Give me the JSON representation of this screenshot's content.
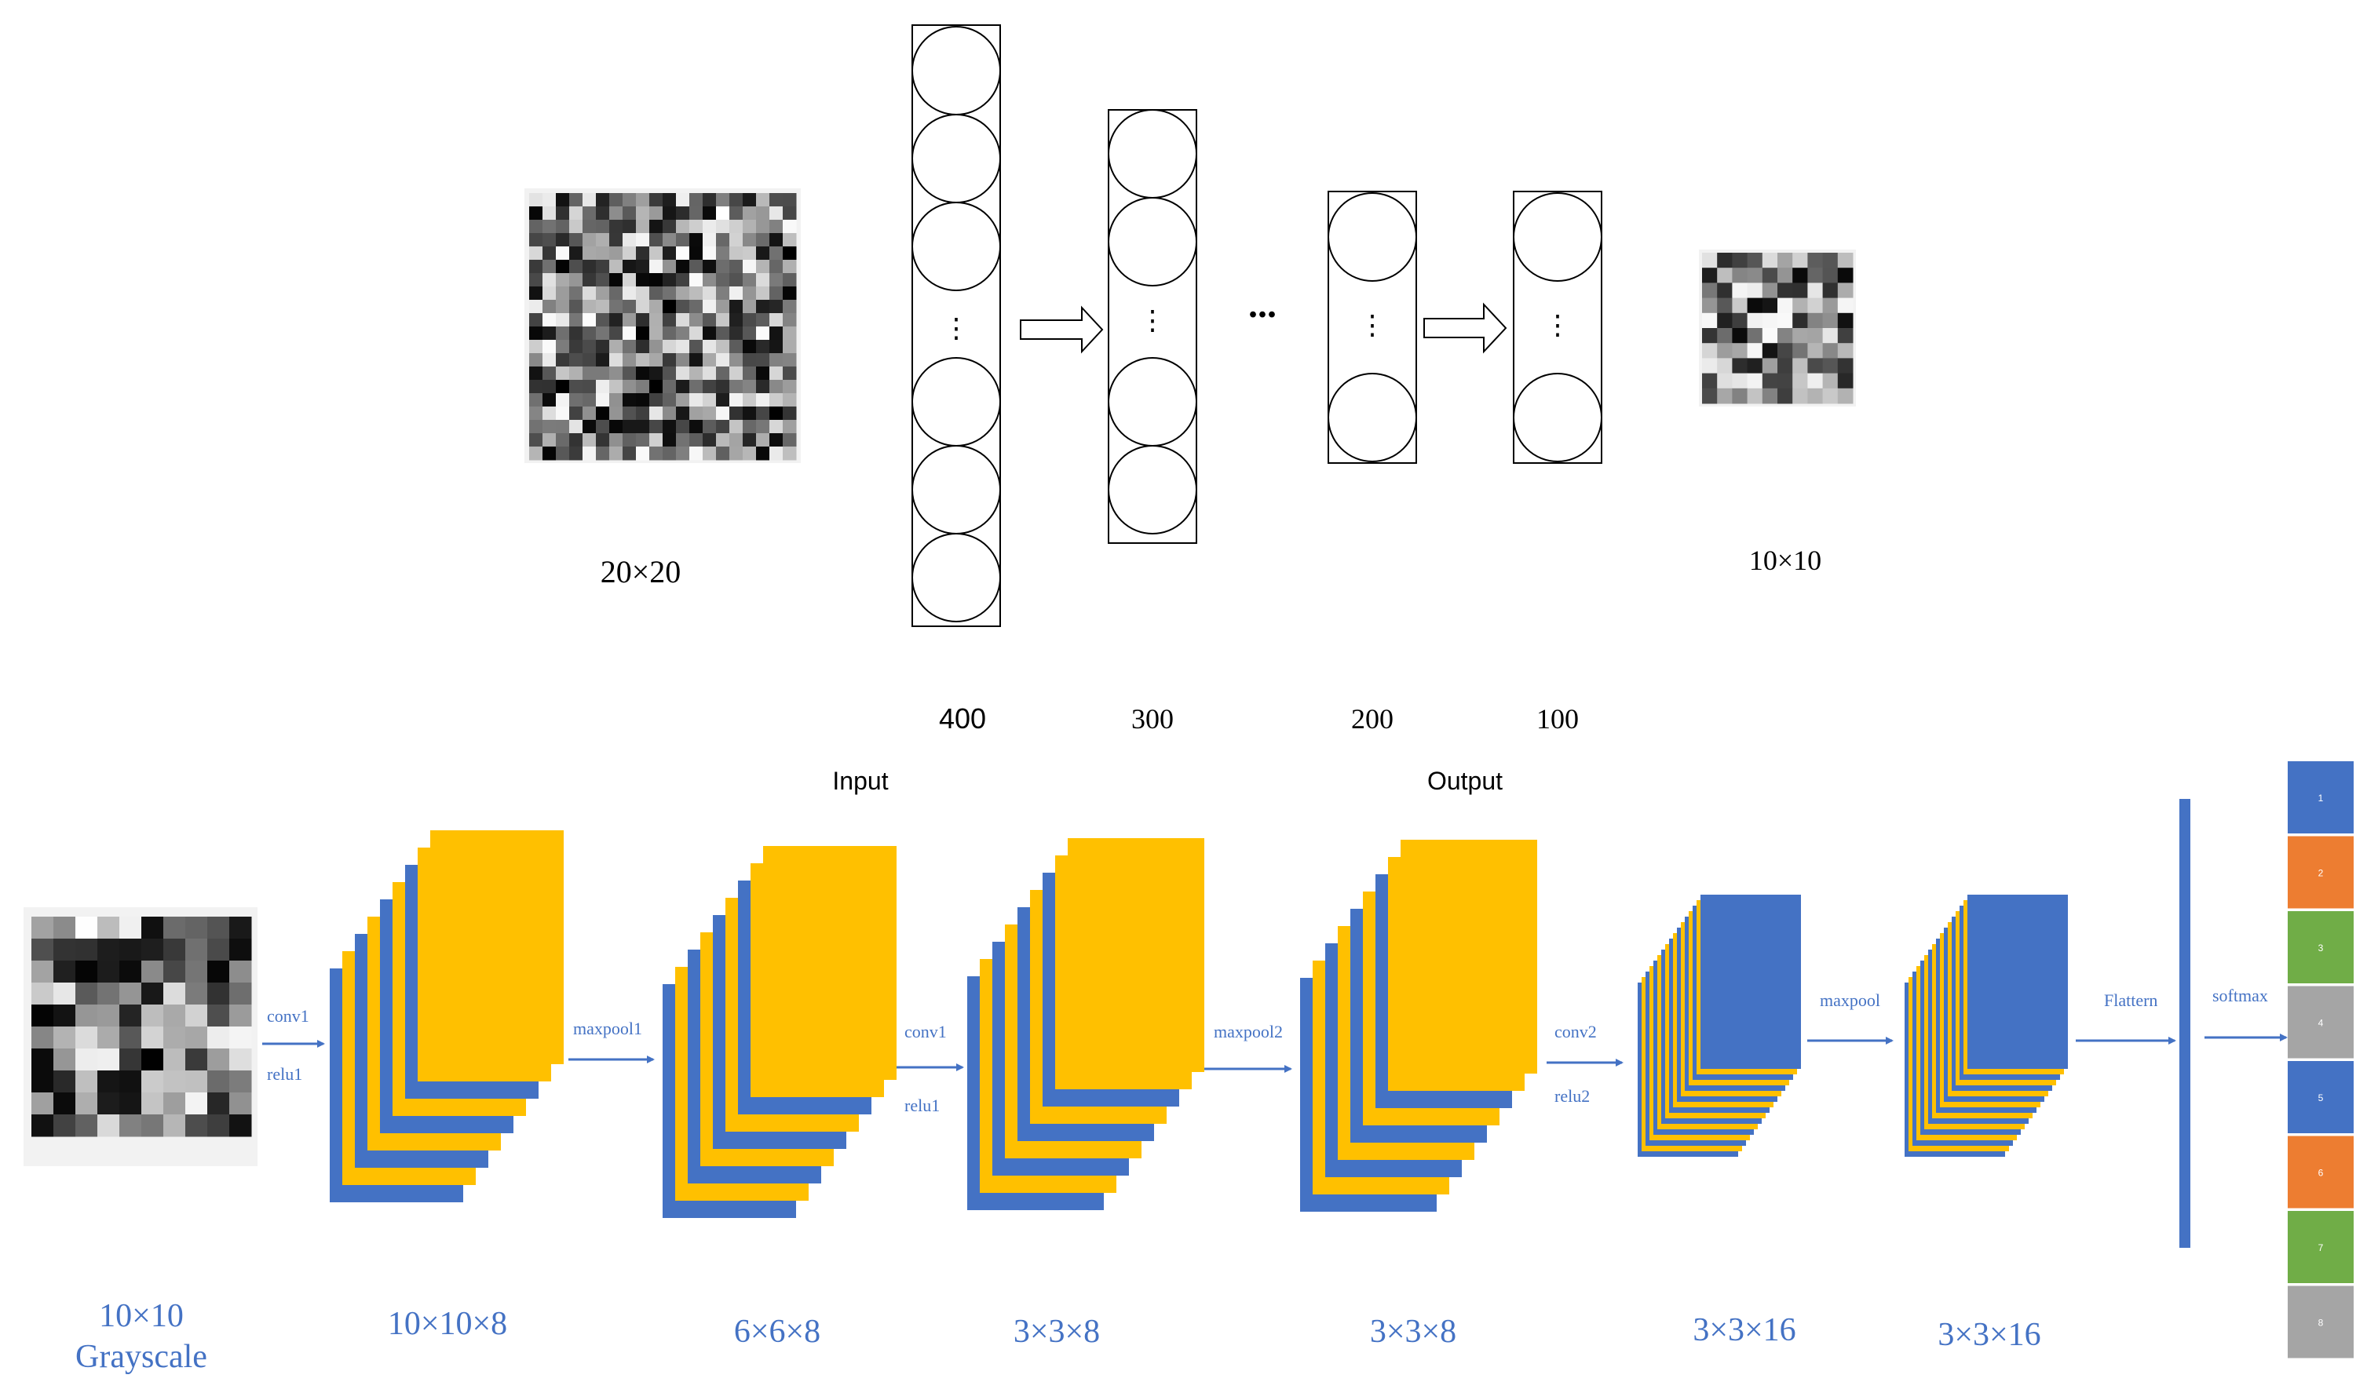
{
  "colors": {
    "blue": "#4472C4",
    "yellow": "#FFC000",
    "orange": "#ED7D31",
    "green": "#70AD47",
    "gray": "#A5A5A5",
    "line": "#000000"
  },
  "autoencoder": {
    "input_label": "20×20",
    "output_label": "10×10",
    "ellipsis": "...",
    "vdots": "⋮",
    "layers": [
      "400",
      "300",
      "200",
      "100"
    ],
    "input_caption": "Input",
    "output_caption": "Output"
  },
  "cnn": {
    "input_label_line1": "10×10",
    "input_label_line2": "Grayscale",
    "ops": {
      "conv1_a": "conv1",
      "relu1_a": "relu1",
      "maxpool1": "maxpool1",
      "conv1_b": "conv1",
      "relu1_b": "relu1",
      "maxpool2": "maxpool2",
      "conv2": "conv2",
      "relu2": "relu2",
      "maxpool": "maxpool",
      "flattern": "Flattern",
      "softmax": "softmax"
    },
    "dims": [
      "10×10×8",
      "6×6×8",
      "3×3×8",
      "3×3×8",
      "3×3×16",
      "3×3×16"
    ],
    "classes": [
      {
        "label": "1",
        "color": "#4472C4"
      },
      {
        "label": "2",
        "color": "#ED7D31"
      },
      {
        "label": "3",
        "color": "#70AD47"
      },
      {
        "label": "4",
        "color": "#A5A5A5"
      },
      {
        "label": "5",
        "color": "#4472C4"
      },
      {
        "label": "6",
        "color": "#ED7D31"
      },
      {
        "label": "7",
        "color": "#70AD47"
      },
      {
        "label": "8",
        "color": "#A5A5A5"
      }
    ]
  }
}
